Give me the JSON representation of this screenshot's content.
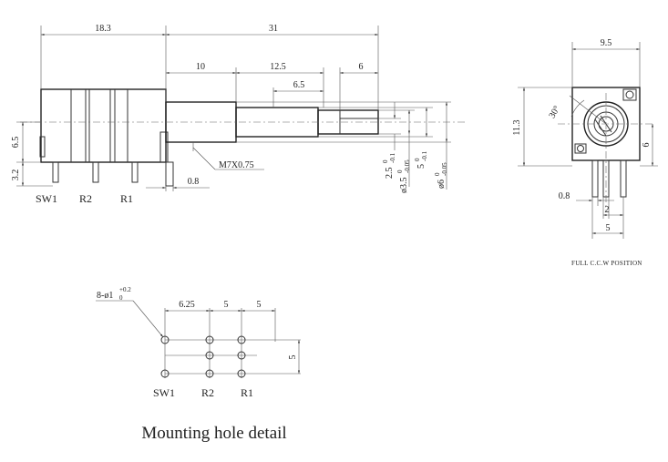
{
  "side_view": {
    "dims": {
      "body_length": "18.3",
      "overall_length": "31",
      "bushing_length": "10",
      "shaft_length": "12.5",
      "flat_length": "6",
      "inner_length": "6.5",
      "height_lower": "6.5",
      "height_pin": "3.2",
      "thread_offset": "0.8"
    },
    "thread": "M7X0.75",
    "diameters": {
      "d1": "2.5",
      "d1_tol_upper": "0",
      "d1_tol_lower": "-0.1",
      "d2": "ø3.5",
      "d2_tol_upper": "0",
      "d2_tol_lower": "-0.05",
      "d3": "5",
      "d3_tol_upper": "0",
      "d3_tol_lower": "-0.1",
      "d4": "ø6",
      "d4_tol_upper": "0",
      "d4_tol_lower": "-0.05"
    },
    "pin_labels": [
      "SW1",
      "R2",
      "R1"
    ]
  },
  "front_view": {
    "dims": {
      "width": "9.5",
      "height": "11.3",
      "shaft_height": "6",
      "pin_thickness": "0.8",
      "pin_pitch": "2",
      "pin_span": "5",
      "angle": "30°"
    },
    "note": "FULL C.C.W POSITION"
  },
  "mounting": {
    "hole_spec": "8-ø1",
    "hole_tol_upper": "+0.2",
    "hole_tol_lower": "0",
    "pitch_1": "6.25",
    "pitch_2": "5",
    "pitch_3": "5",
    "row_pitch": "5",
    "labels": [
      "SW1",
      "R2",
      "R1"
    ],
    "caption": "Mounting hole detail"
  }
}
